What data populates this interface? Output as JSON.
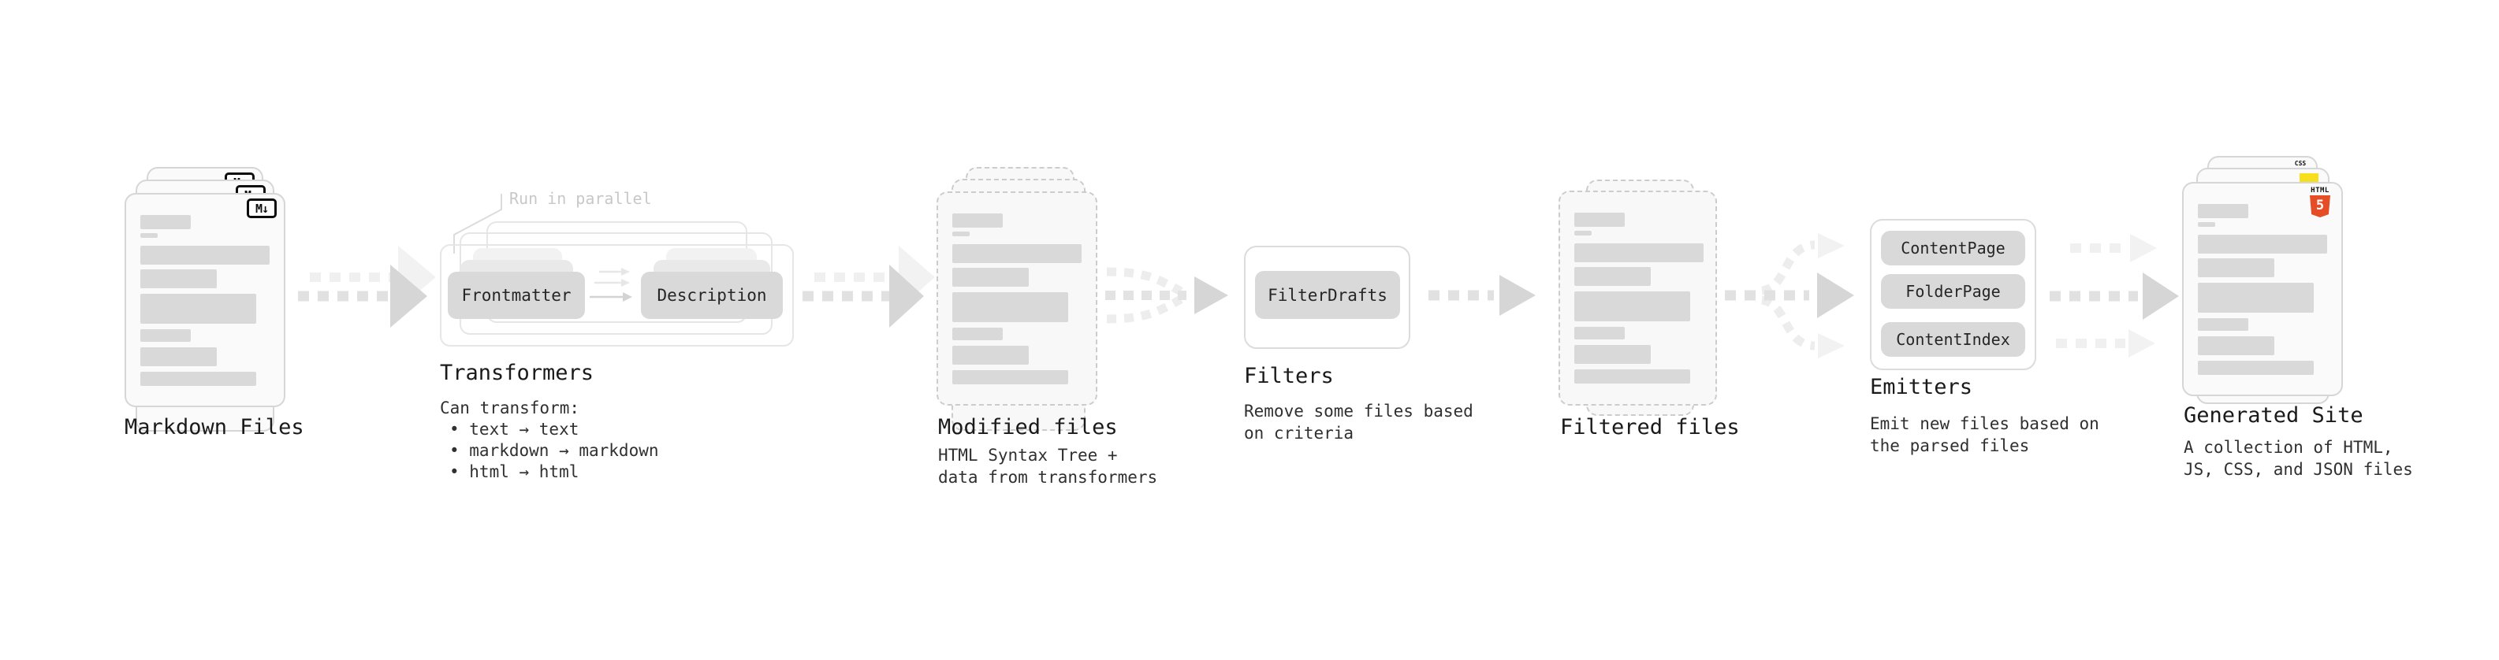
{
  "stages": {
    "markdown_files": {
      "label": "Markdown Files",
      "badge": "M↓"
    },
    "transformers": {
      "label": "Transformers",
      "note": "Run in parallel",
      "input_pill": "Frontmatter",
      "output_pill": "Description",
      "desc_heading": "Can transform:",
      "bullets": [
        "• text → text",
        "• markdown → markdown",
        "• html → html"
      ]
    },
    "modified_files": {
      "label": "Modified files",
      "desc": "HTML Syntax Tree +\ndata from transformers"
    },
    "filters": {
      "label": "Filters",
      "pill": "FilterDrafts",
      "desc": "Remove some files based\non criteria"
    },
    "filtered_files": {
      "label": "Filtered files"
    },
    "emitters": {
      "label": "Emitters",
      "pills": [
        "ContentPage",
        "FolderPage",
        "ContentIndex"
      ],
      "desc": "Emit new files based on\nthe parsed files"
    },
    "generated_site": {
      "label": "Generated Site",
      "desc": "A collection of HTML,\nJS, CSS, and JSON files",
      "css_badge": "CSS",
      "html_badge_word": "HTML",
      "html_badge_number": "5"
    }
  },
  "colors": {
    "accent_html5": "#e44d26",
    "accent_js": "#f7df1e",
    "accent_css": "#2b68f0",
    "pill_fill": "#d9d9d9",
    "muted_note": "#c8c8c8"
  }
}
